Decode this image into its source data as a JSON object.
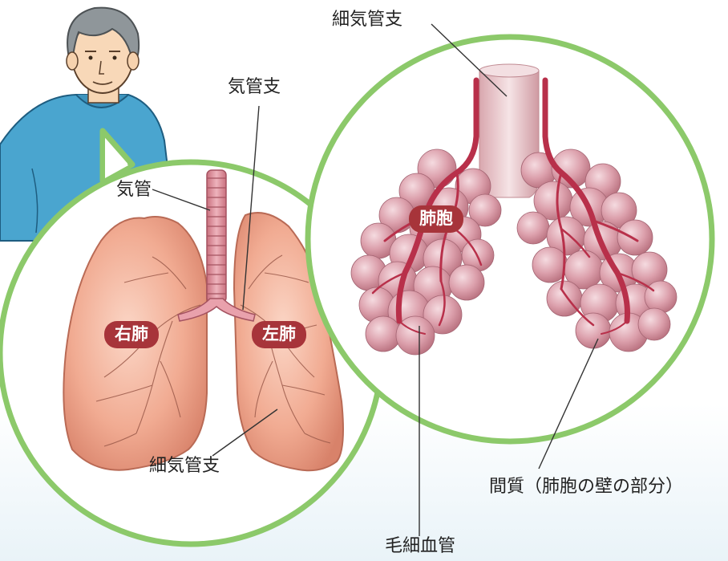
{
  "labels": {
    "trachea": "気管",
    "bronchi": "気管支",
    "bronchioles_lung": "細気管支",
    "bronchioles_zoom": "細気管支",
    "capillaries": "毛細血管",
    "interstitium": "間質（肺胞の壁の部分）"
  },
  "tags": {
    "right_lung": "右肺",
    "left_lung": "左肺",
    "alveoli": "肺胞"
  },
  "colors": {
    "circle_border": "#8cc96a",
    "tag_bg": "#a7343a",
    "shirt": "#4aa5cf",
    "lung": "#eea58a",
    "alveolus": "#d89aa6",
    "vessel": "#b8304a"
  }
}
